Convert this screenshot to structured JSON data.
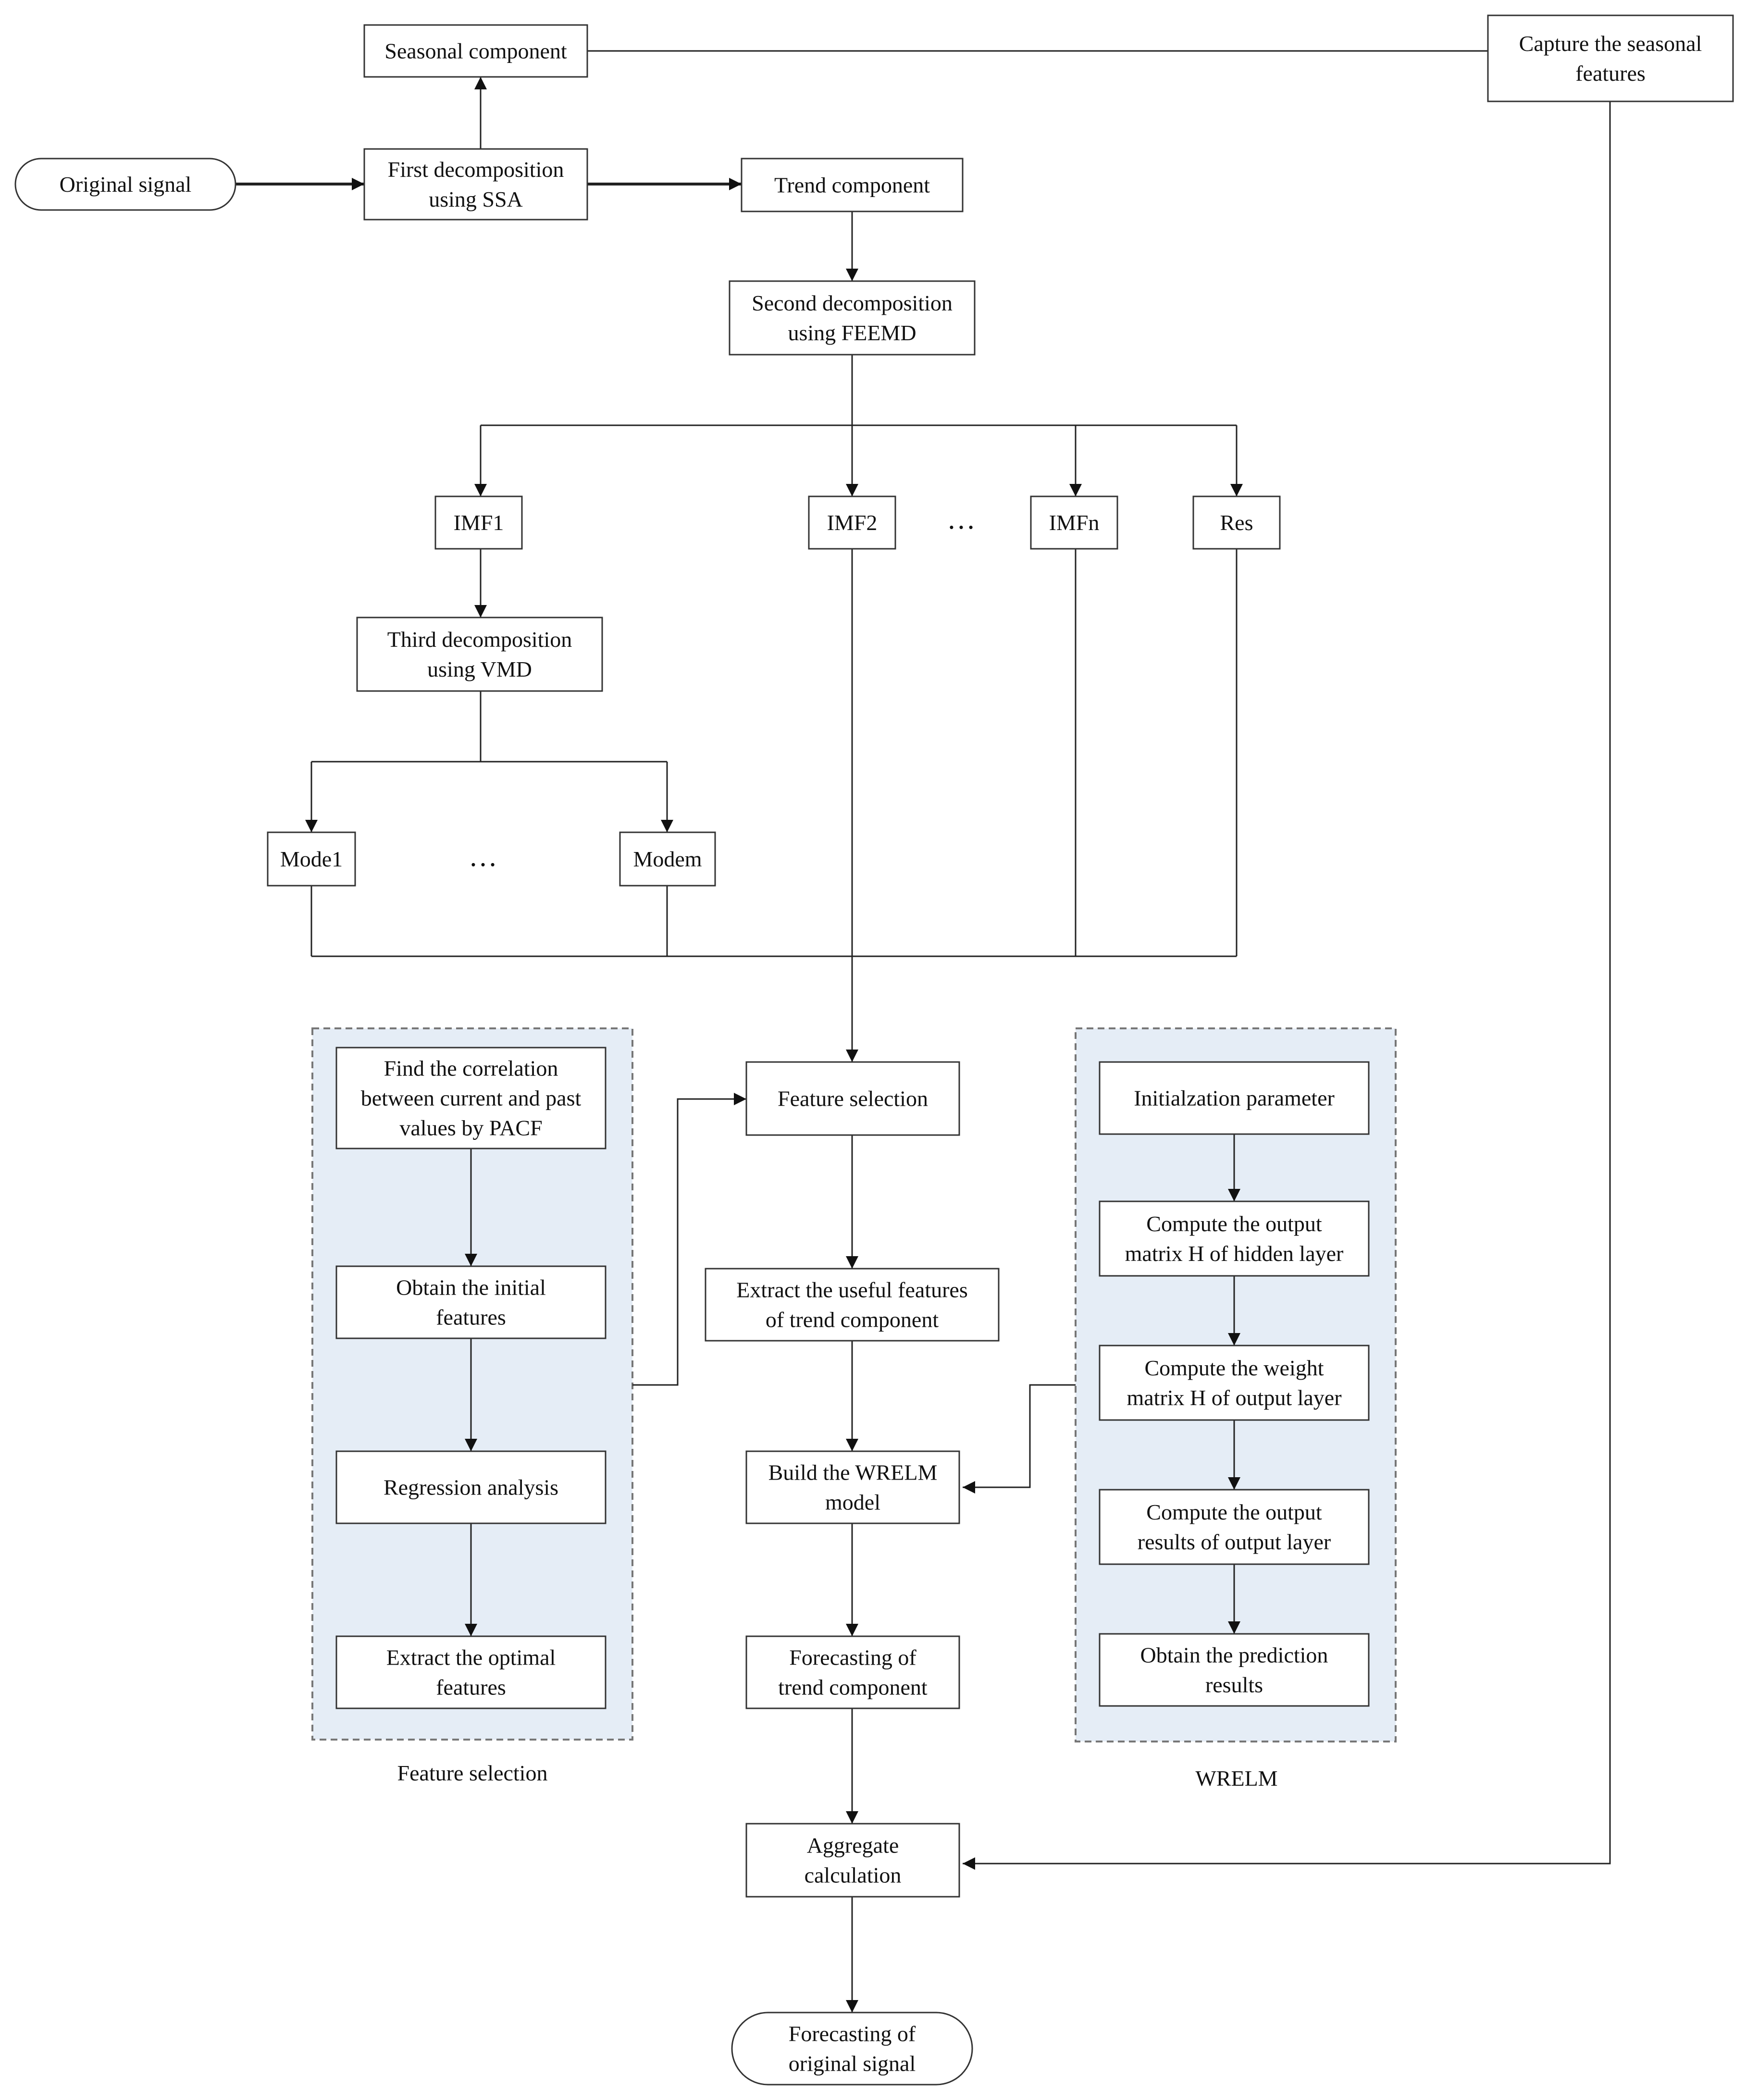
{
  "nodes": {
    "original_signal": [
      "Original signal"
    ],
    "seasonal_component": [
      "Seasonal component"
    ],
    "capture_seasonal": [
      "Capture the seasonal",
      "features"
    ],
    "first_decomposition": [
      "First decomposition",
      "using SSA"
    ],
    "trend_component": [
      "Trend component"
    ],
    "second_decomposition": [
      "Second decomposition",
      "using FEEMD"
    ],
    "imf1": [
      "IMF1"
    ],
    "imf2": [
      "IMF2"
    ],
    "imfn": [
      "IMFn"
    ],
    "res": [
      "Res"
    ],
    "third_decomposition": [
      "Third decomposition",
      "using VMD"
    ],
    "mode1": [
      "Mode1"
    ],
    "modem": [
      "Modem"
    ],
    "pacf": [
      "Find the correlation",
      "between current and past",
      "values by PACF"
    ],
    "initial_features": [
      "Obtain the initial",
      "features"
    ],
    "regression": [
      "Regression analysis"
    ],
    "optimal_features": [
      "Extract the optimal",
      "features"
    ],
    "feature_selection": [
      "Feature selection"
    ],
    "extract_useful": [
      "Extract the useful features",
      "of trend component"
    ],
    "build_wrelm": [
      "Build the WRELM",
      "model"
    ],
    "forecast_trend": [
      "Forecasting of",
      "trend component"
    ],
    "aggregate": [
      "Aggregate",
      "calculation"
    ],
    "forecast_original": [
      "Forecasting of",
      "original signal"
    ],
    "init_param": [
      "Initialzation parameter"
    ],
    "compute_h": [
      "Compute the output",
      "matrix H of hidden layer"
    ],
    "compute_weight": [
      "Compute the weight",
      "matrix H of output layer"
    ],
    "compute_results": [
      "Compute the output",
      "results of output layer"
    ],
    "obtain_results": [
      "Obtain the prediction",
      "results"
    ]
  },
  "ellipsis": "…",
  "group_labels": {
    "feature_selection": "Feature selection",
    "wrelm": "WRELM"
  },
  "colors": {
    "group_fill": "#e5edf6",
    "line": "#222222",
    "box_border": "#333333"
  }
}
